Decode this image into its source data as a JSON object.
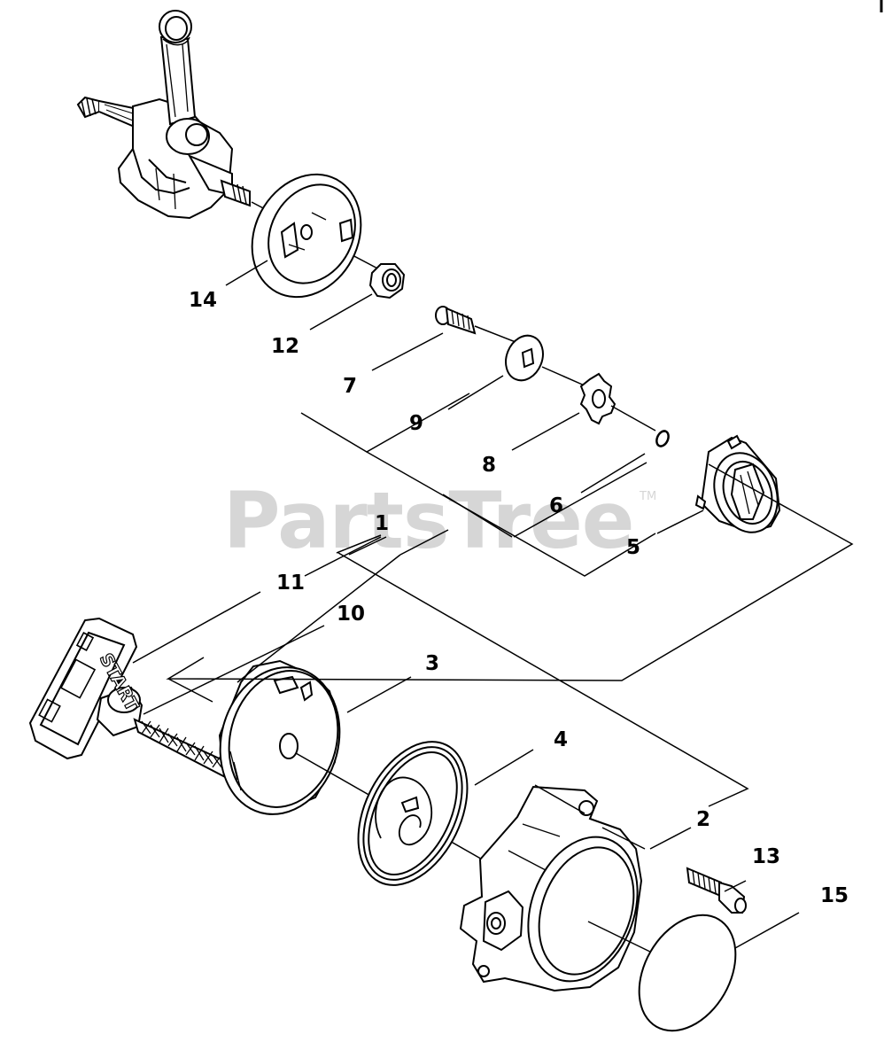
{
  "watermark": {
    "text": "PartsTree",
    "trademark": "TM"
  },
  "logo_text": "START",
  "callouts": [
    {
      "id": "label-14",
      "text": "14"
    },
    {
      "id": "label-12",
      "text": "12"
    },
    {
      "id": "label-7",
      "text": "7"
    },
    {
      "id": "label-9",
      "text": "9"
    },
    {
      "id": "label-8",
      "text": "8"
    },
    {
      "id": "label-6",
      "text": "6"
    },
    {
      "id": "label-1",
      "text": "1"
    },
    {
      "id": "label-5",
      "text": "5"
    },
    {
      "id": "label-11",
      "text": "11"
    },
    {
      "id": "label-10",
      "text": "10"
    },
    {
      "id": "label-3",
      "text": "3"
    },
    {
      "id": "label-4",
      "text": "4"
    },
    {
      "id": "label-2",
      "text": "2"
    },
    {
      "id": "label-13",
      "text": "13"
    },
    {
      "id": "label-15",
      "text": "15"
    }
  ]
}
